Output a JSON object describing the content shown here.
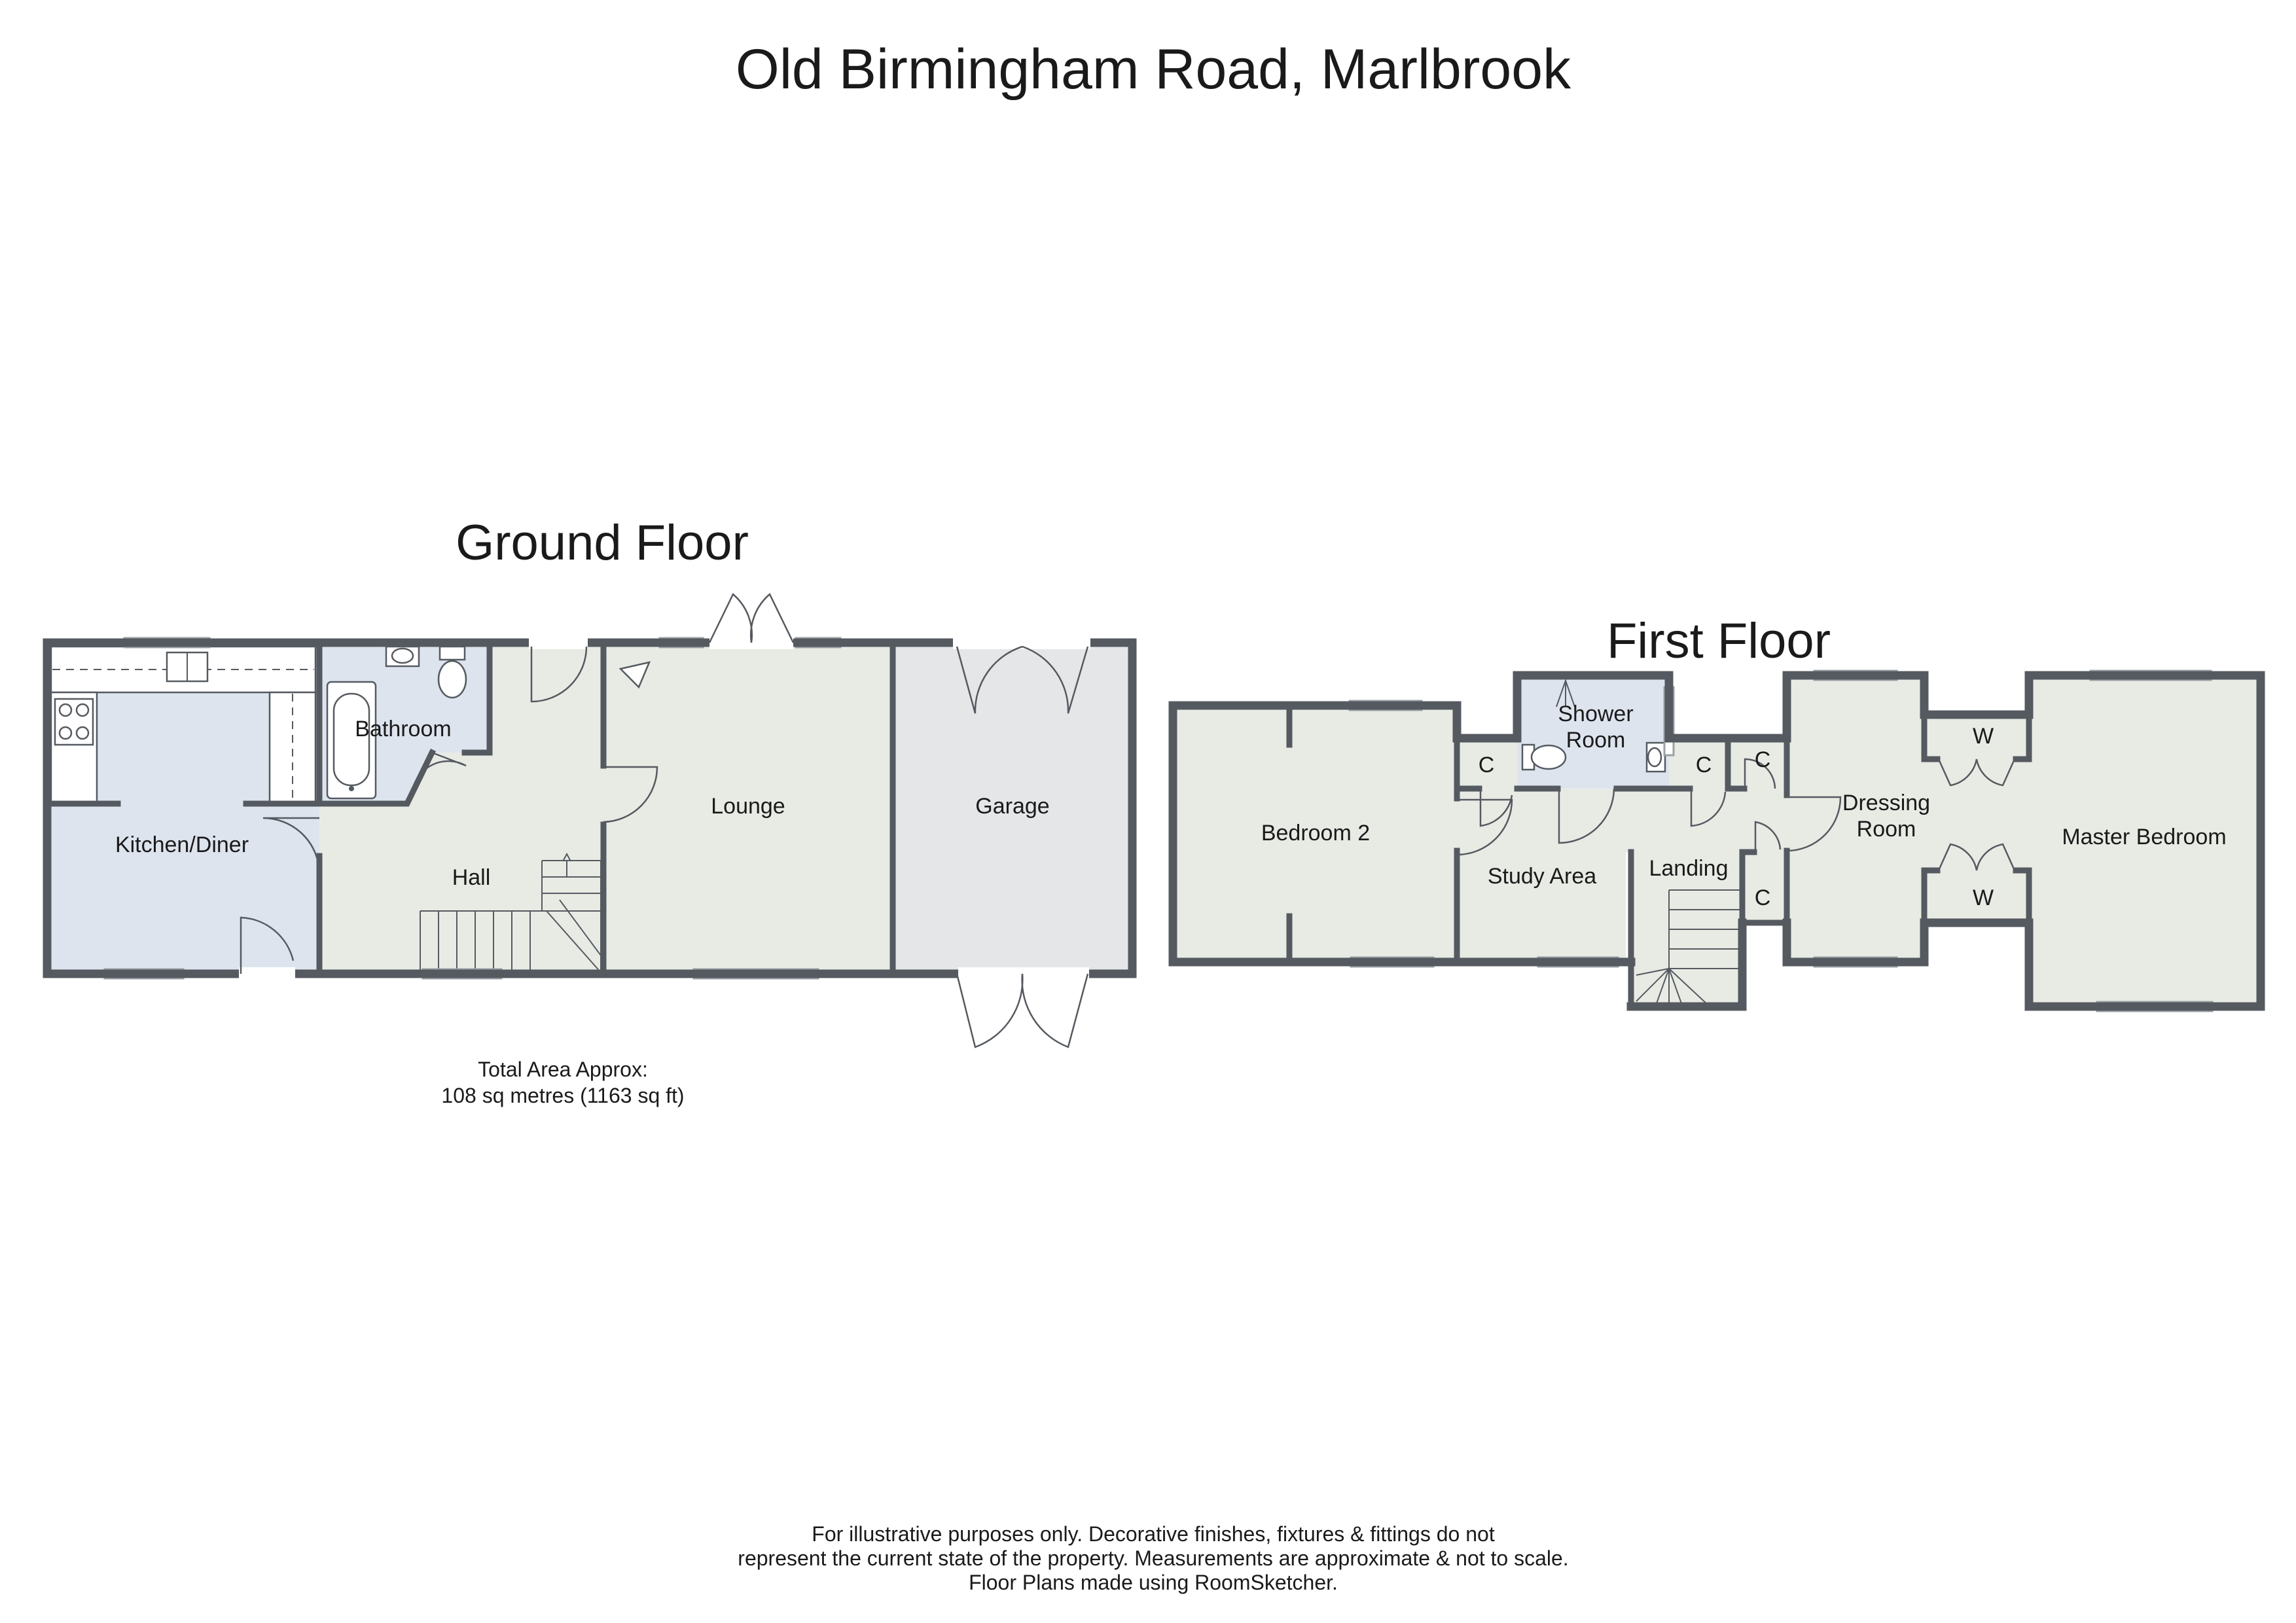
{
  "title": "Old Birmingham Road, Marlbrook",
  "ground_floor": {
    "heading": "Ground Floor",
    "rooms": {
      "kitchen": "Kitchen/Diner",
      "bathroom": "Bathroom",
      "hall": "Hall",
      "lounge": "Lounge",
      "garage": "Garage"
    }
  },
  "first_floor": {
    "heading": "First Floor",
    "rooms": {
      "bedroom2": "Bedroom 2",
      "cupboard": "C",
      "shower_line1": "Shower",
      "shower_line2": "Room",
      "study": "Study Area",
      "landing": "Landing",
      "dressing_line1": "Dressing",
      "dressing_line2": "Room",
      "wardrobe": "W",
      "master": "Master Bedroom"
    }
  },
  "total_area": {
    "line1": "Total Area Approx:",
    "line2": "108 sq metres (1163 sq ft)"
  },
  "disclaimer": {
    "line1": "For illustrative purposes only. Decorative finishes, fixtures & fittings do not",
    "line2": "represent the current state of the property. Measurements are approximate & not to scale.",
    "line3": "Floor Plans made using RoomSketcher."
  },
  "colors": {
    "kitchen_bath_fill": "#dde4ee",
    "room_fill": "#e8ebe4",
    "garage_fill": "#e5e6e8",
    "wall": "#555a60"
  }
}
